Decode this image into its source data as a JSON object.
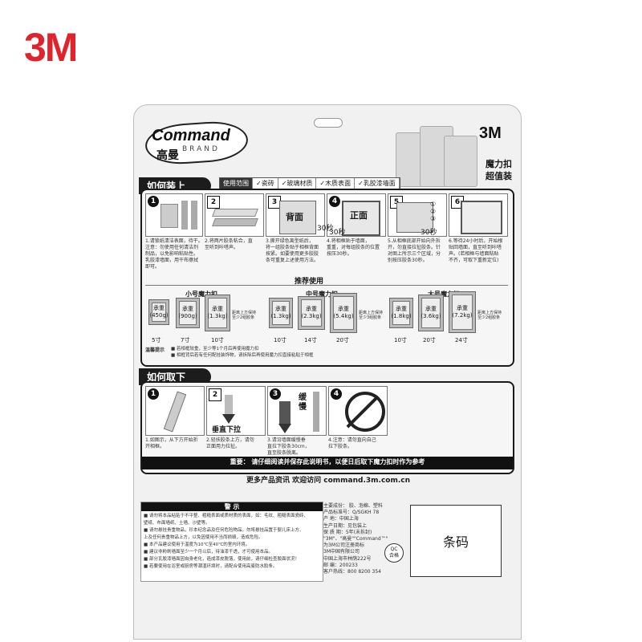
{
  "top_logo": "3M",
  "brand": {
    "name": "Command",
    "sub": "BRAND",
    "cn": "高曼",
    "logo": "3M",
    "combo": [
      "魔力扣",
      "超值装"
    ]
  },
  "install": {
    "title": "如何装上",
    "range": [
      "使用范围",
      "✓瓷砖",
      "✓玻璃材质",
      "✓木质表面",
      "✓乳胶漆墙面"
    ],
    "steps": [
      {
        "n": "1",
        "text": [
          "1.请锁纸清洁表面，待干。",
          "注意：勿使用任何清洁剂",
          "制品，以免影响粘贴性。",
          "乳胶漆墙面，用干布擦拭",
          "即可。"
        ]
      },
      {
        "n": "2",
        "text": [
          "2.将两片胶条粘合，直",
          "至听到咔嗒声。"
        ]
      },
      {
        "n": "3",
        "text": [
          "3.撕开绿色离型纸后，",
          "将一组胶条贴于相框背面",
          "按紧。如要使用更多胶胶",
          "条可重复上述使用方法。"
        ],
        "label": "背面",
        "time": "30秒"
      },
      {
        "n": "4",
        "text": [
          "4.将相框贴于墙面，",
          "重重，对每组胶条的位置",
          "按压30秒。"
        ],
        "label": "正面",
        "time": "30秒"
      },
      {
        "n": "5",
        "text": [
          "5.从相框底部开始向外拆",
          "开，勿直接拉扯胶条。针",
          "对图上所示三个区域，分",
          "别按压胶条30秒。"
        ],
        "time": "30秒"
      },
      {
        "n": "6",
        "text": [
          "6.等待24小时后，开始根",
          "贴回墙面，直至听到咔嗒",
          "声。(若相框与墙面粘贴",
          "不齐，可取下重新定位)"
        ]
      }
    ],
    "recommend_title": "推荐使用",
    "groups": [
      {
        "name": "小号魔力扣",
        "items": [
          {
            "load": [
              "承重",
              "(450g)"
            ],
            "size": "5寸"
          },
          {
            "load": [
              "承重",
              "(900g)"
            ],
            "size": "7寸"
          },
          {
            "load": [
              "承重",
              "(1.3kg)"
            ],
            "size": "10寸"
          }
        ],
        "note": [
          "距离上方保持",
          "至少2组胶条"
        ]
      },
      {
        "name": "中号魔力扣",
        "items": [
          {
            "load": [
              "承重",
              "(1.3kg)"
            ],
            "size": "10寸"
          },
          {
            "load": [
              "承重",
              "(2.3kg)"
            ],
            "size": "14寸"
          },
          {
            "load": [
              "承重",
              "(5.4kg)"
            ],
            "size": "20寸"
          }
        ],
        "note": [
          "距离上方保持",
          "至少3组胶条"
        ]
      },
      {
        "name": "大号魔力扣",
        "items": [
          {
            "load": [
              "承重",
              "(1.8kg)"
            ],
            "size": "10寸"
          },
          {
            "load": [
              "承重",
              "(3.6kg)"
            ],
            "size": "20寸"
          },
          {
            "load": [
              "承重",
              "(7.2kg)"
            ],
            "size": "24寸"
          }
        ],
        "note": [
          "距离上方保持",
          "至少2组胶条"
        ]
      }
    ],
    "tips_label": "温馨提示",
    "tips": [
      "■ 若相框较重，至少等1个月后再使用魔力扣",
      "■ 相框背后若有任何配挂装饰物，请拆除后再使用魔力扣直接粘贴于相框"
    ]
  },
  "remove": {
    "title": "如何取下",
    "steps": [
      {
        "n": "1",
        "text": [
          "1.如图示，从下方开始折",
          "开相框。"
        ]
      },
      {
        "n": "2",
        "text": [
          "2.轻扶胶条上方，请勿",
          "正面用力拉扯。"
        ],
        "label": "垂直下拉"
      },
      {
        "n": "3",
        "text": [
          "3.请沿墙面缓慢垂",
          "直拉下胶条30cm，",
          "直至胶条脱离。"
        ],
        "label": "缓慢",
        "dist": "30cm"
      },
      {
        "n": "4",
        "text": [
          "4.注意：请勿直向自己",
          "拉下胶条。"
        ]
      }
    ],
    "important": "重要：  请仔细阅读并保存此说明书，以便日后取下魔力扣时作为参考"
  },
  "more_info": "更多产品资讯 欢迎访问 command.3m.com.cn",
  "warning": {
    "title": "警 示",
    "lines": [
      "■ 请勿将本品粘贴于不平整、粗糙表面或质材质的表面，如：毛纹、粗糙表面瓷砖、",
      "  壁纸、布面墙纸、土墙、沙壁等。",
      "■ 请勿悬挂贵重物品，珍本纪念品及任何危险物品。勿将悬挂品置于婴儿床上方、",
      "  上及任何贵重物品上方，以免因使用不当而损毁，造成危险。",
      "■ 本产品建议使用于温度为10℃至40℃的室内环境。",
      "■ 建议非粉刷墙面至少一个月以后，待油漆干透，才可使用本品。",
      "■ 部分瓦胶漆墙面因自身老化，造成漆皮脱落，使用前，请仔细检查胶面状况！",
      "■ 若要使用在浴室或厨房等潮湿环境时，请配合使用高曼防水胶条。"
    ]
  },
  "specs": [
    "主要成份：   胶、泡棉、塑料",
    "产品标准号：Q/SGKH 78",
    "产       地：中国上海",
    "生产日期：见包装上",
    "保 质 期：5年(未拆封)",
    "\"3M\"、\"高曼\"\"Command™\"",
    "为3M公司注册商标",
    "3M中国有限公司",
    "中国上海市林荫222号",
    "邮    编：200233",
    "客户热线：800 8200 354"
  ],
  "qc": [
    "QC",
    "合格"
  ],
  "barcode_label": "条码"
}
